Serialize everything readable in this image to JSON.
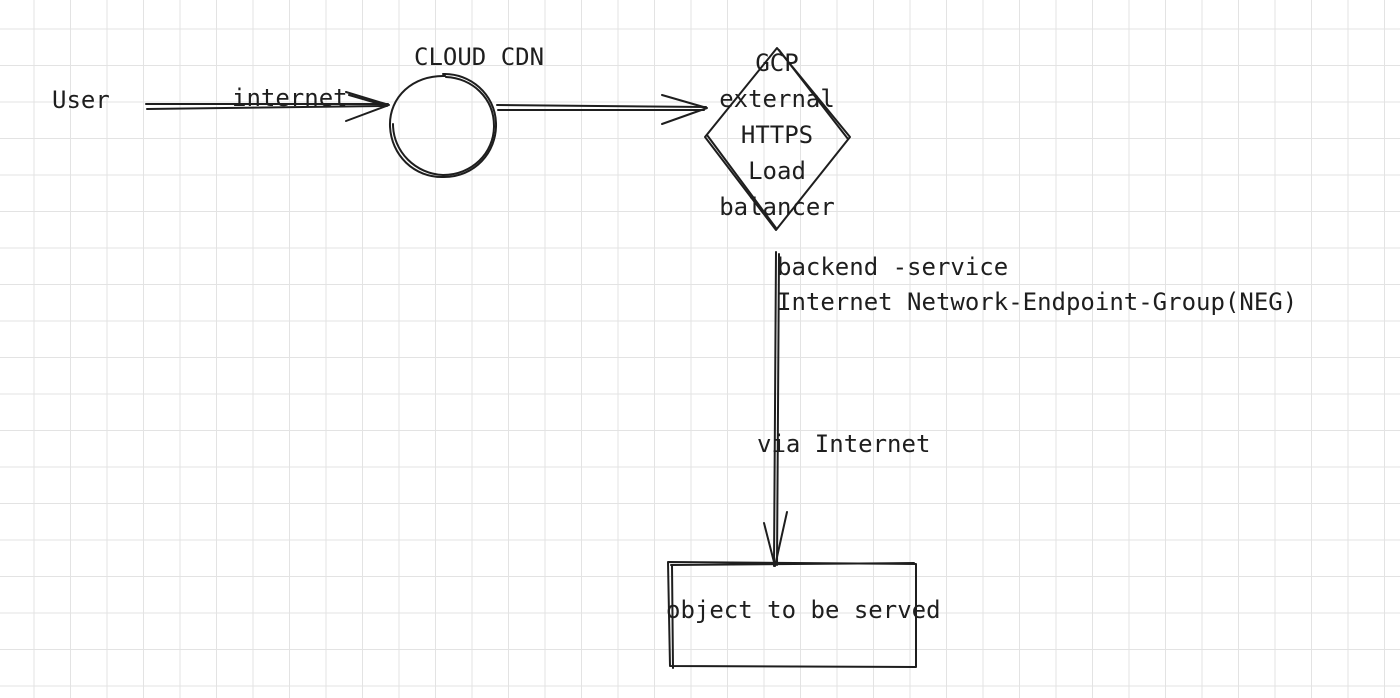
{
  "diagram": {
    "nodes": {
      "user": {
        "label": "User"
      },
      "cdn": {
        "label": "CLOUD CDN",
        "shape": "circle"
      },
      "load_balancer": {
        "shape": "diamond",
        "lines": [
          "GCP",
          "external",
          "HTTPS",
          "Load",
          "balancer"
        ]
      },
      "object": {
        "label": "object to be served",
        "shape": "rectangle"
      }
    },
    "edges": {
      "user_to_cdn": {
        "label": "internet"
      },
      "lb_to_object": {
        "labels": [
          "backend -service",
          "Internet Network-Endpoint-Group(NEG)",
          "via Internet"
        ]
      }
    },
    "colors": {
      "stroke": "#1e1e1e",
      "grid": "#e3e3e3",
      "background": "#ffffff"
    }
  }
}
